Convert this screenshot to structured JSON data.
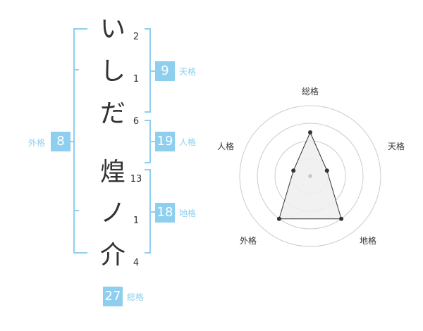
{
  "name": {
    "chars": [
      {
        "char": "い",
        "strokes": "2"
      },
      {
        "char": "し",
        "strokes": "1"
      },
      {
        "char": "だ",
        "strokes": "6"
      },
      {
        "char": "煌",
        "strokes": "13"
      },
      {
        "char": "ノ",
        "strokes": "1"
      },
      {
        "char": "介",
        "strokes": "4"
      }
    ]
  },
  "fortunes": {
    "tenkaku": {
      "value": "9",
      "label": "天格"
    },
    "jinkaku": {
      "value": "19",
      "label": "人格"
    },
    "chikaku": {
      "value": "18",
      "label": "地格"
    },
    "gaikaku": {
      "value": "8",
      "label": "外格"
    },
    "soukaku": {
      "value": "27",
      "label": "総格"
    }
  },
  "colors": {
    "accent": "#8ecfef",
    "text": "#333333"
  },
  "chart_data": {
    "type": "radar",
    "axes": [
      "総格",
      "天格",
      "地格",
      "外格",
      "人格"
    ],
    "values": [
      0.62,
      0.25,
      0.75,
      0.75,
      0.25
    ],
    "rings": 4
  }
}
